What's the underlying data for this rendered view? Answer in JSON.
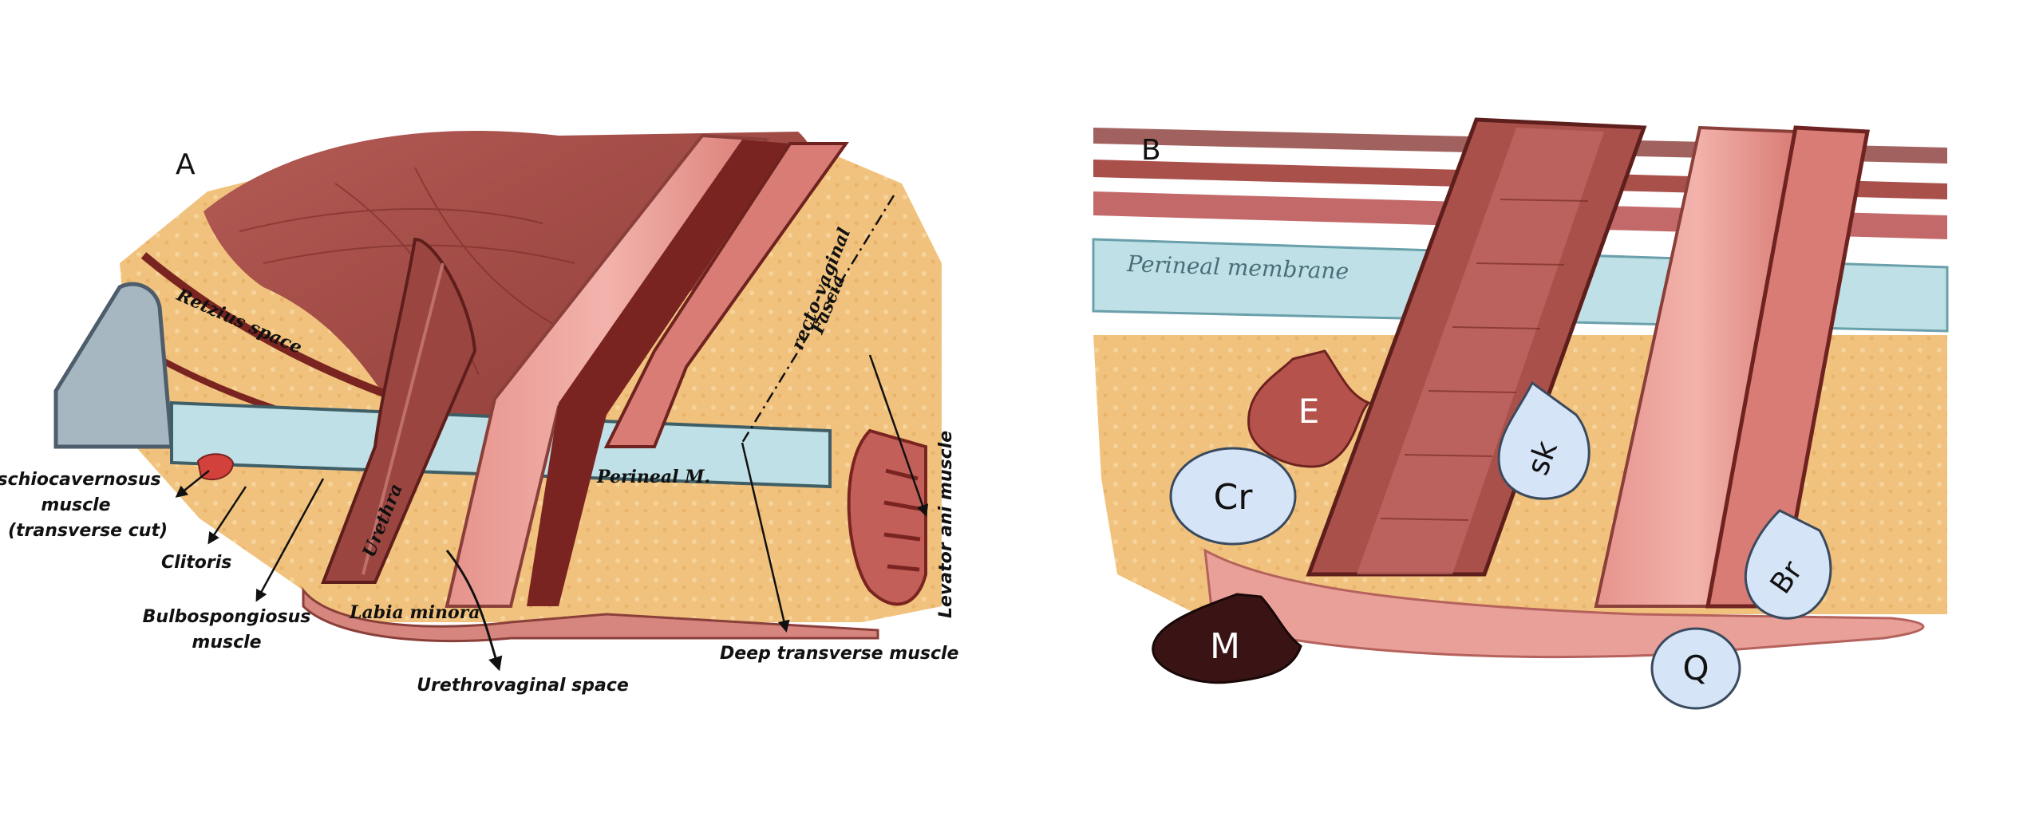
{
  "panel_a": {
    "letter": "A",
    "retzius": "Retzius space",
    "recto_line1": "recto-vaginal",
    "recto_line2": "Fascia",
    "perineal": "Perineal M.",
    "urethra": "Urethra",
    "labia": "Labia minora",
    "ischio_line1": "Ischiocavernosus",
    "ischio_line2": "muscle",
    "ischio_line3": "(transverse cut)",
    "clitoris": "Clitoris",
    "bulbo_line1": "Bulbospongiosus",
    "bulbo_line2": "muscle",
    "urethrovaginal": "Urethrovaginal space",
    "levator": "Levator ani muscle",
    "deep_transverse": "Deep transverse muscle"
  },
  "panel_b": {
    "letter": "B",
    "perineal_membrane": "Perineal membrane",
    "markers": {
      "E": "E",
      "Cr": "Cr",
      "sk": "sk",
      "M": "M",
      "Br": "Br",
      "Q": "Q"
    }
  },
  "colors": {
    "fat": "#f1c27d",
    "muscle": "#a9504b",
    "muscle_dark": "#6e2320",
    "pink": "#e89a93",
    "membrane": "#bfe0e6",
    "marker_blue": "#d6e4f7",
    "marker_dark": "#3a1414"
  }
}
